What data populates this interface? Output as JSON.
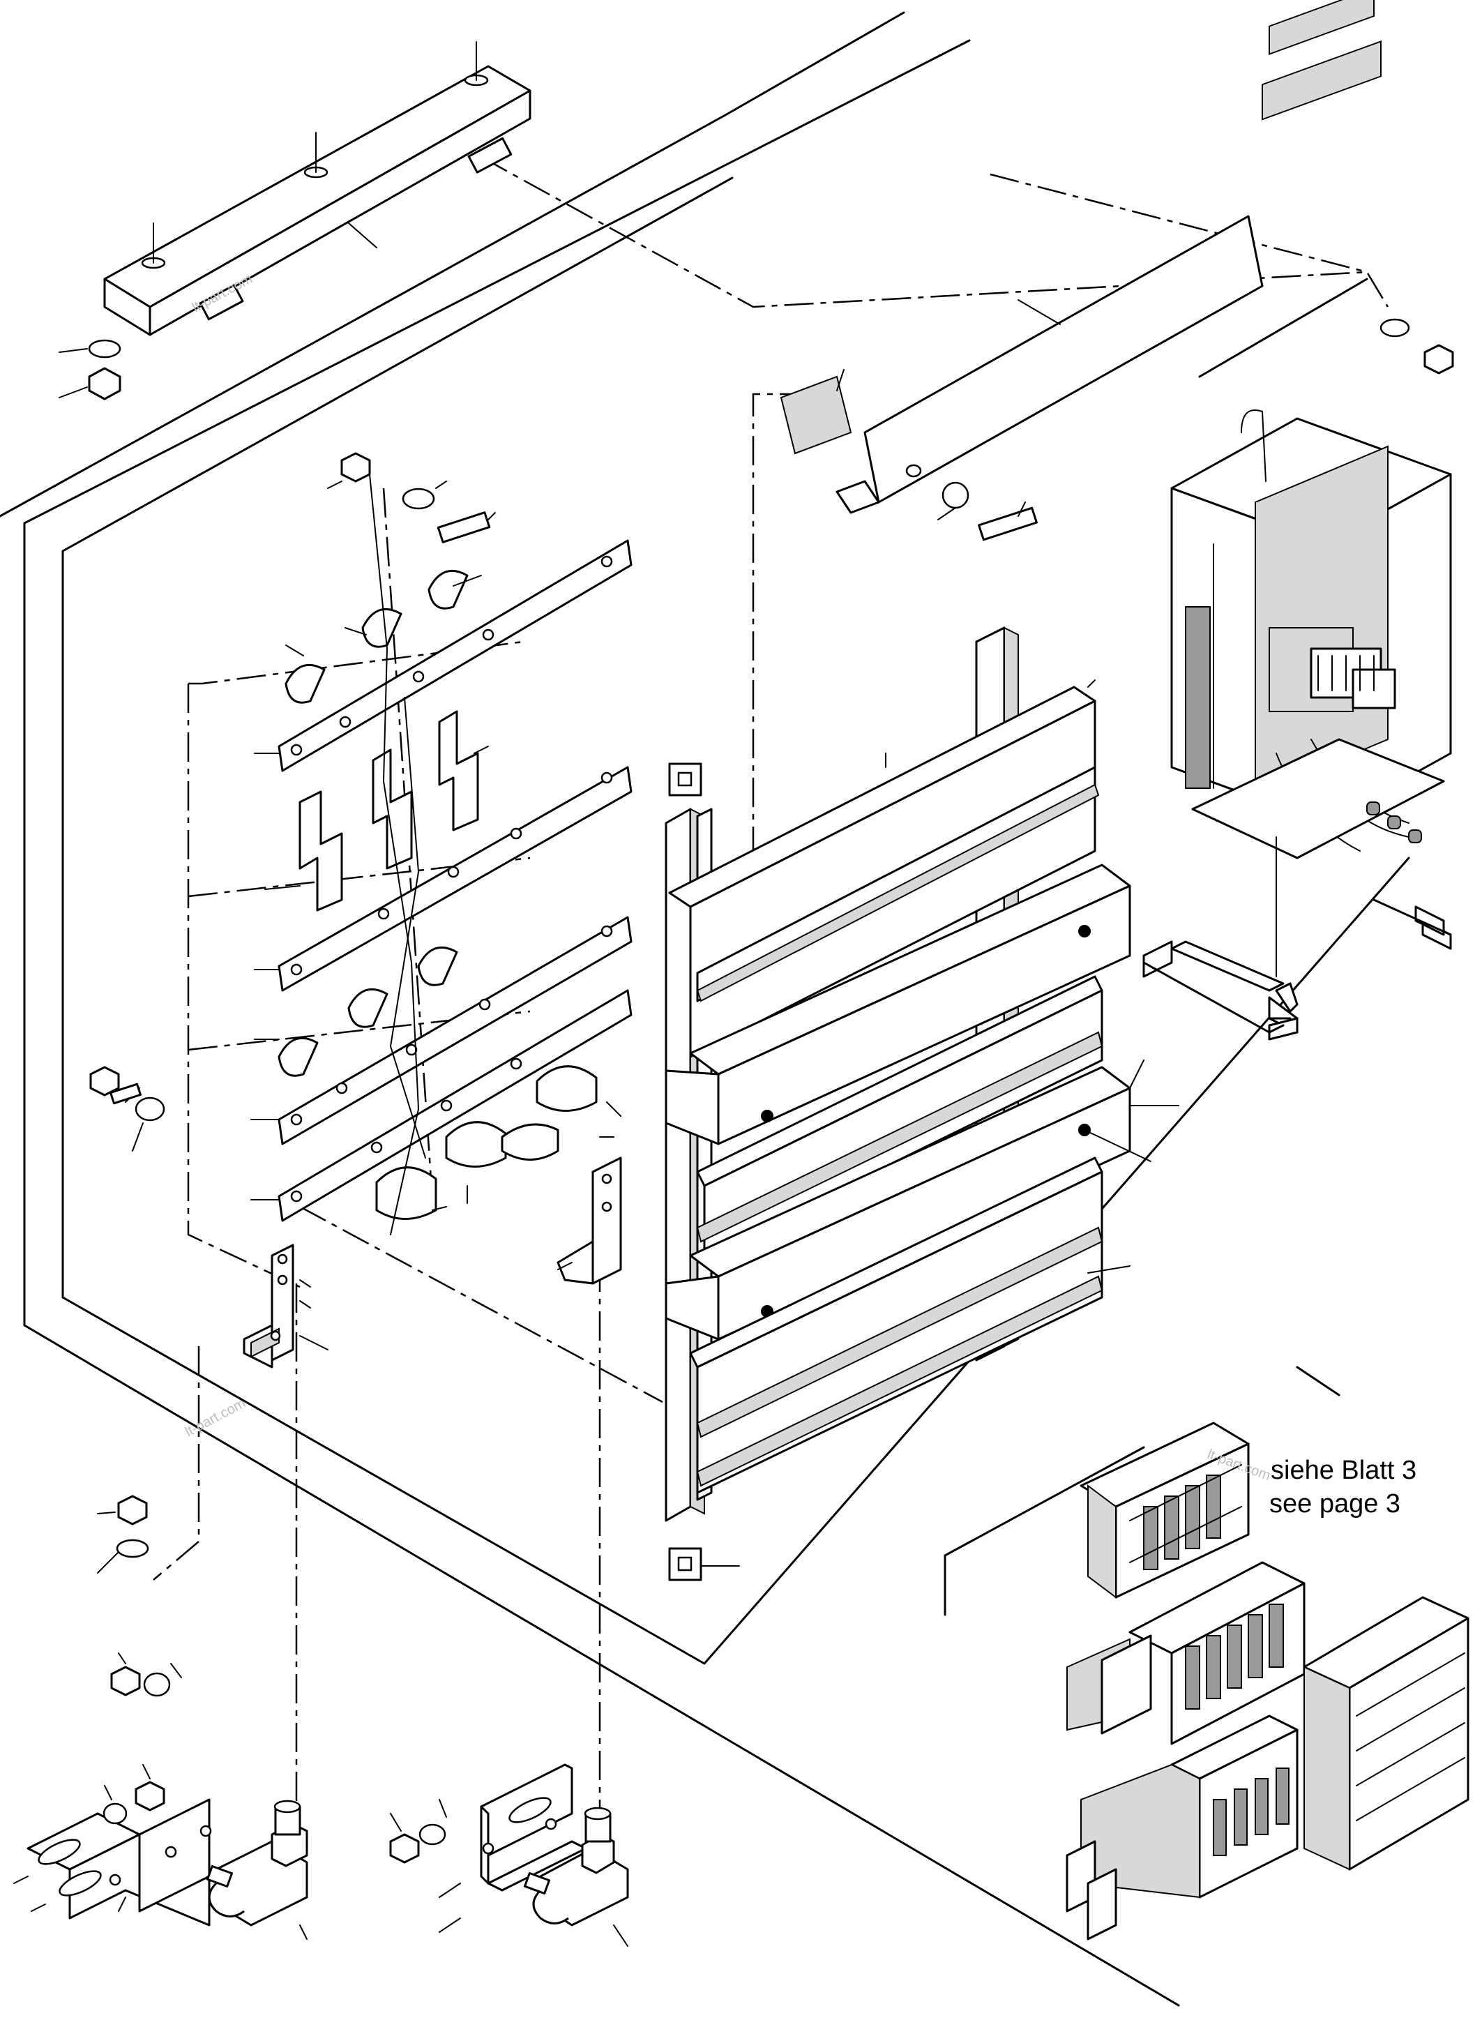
{
  "note": {
    "line_de": "siehe Blatt 3",
    "line_en": "see page 3"
  },
  "watermark": {
    "text": "lt-part.com"
  }
}
